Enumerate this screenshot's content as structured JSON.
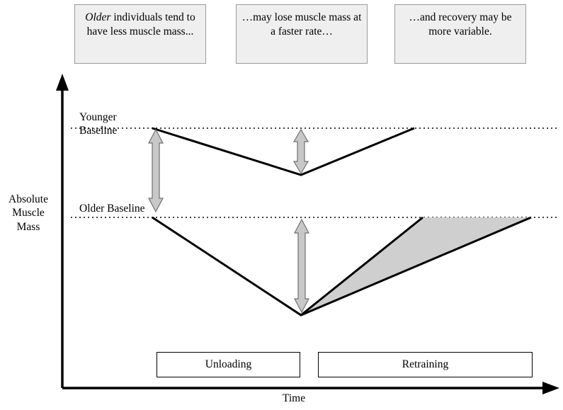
{
  "figure": {
    "title_callouts": [
      {
        "id": "callout-older",
        "text_parts": [
          "Older",
          " individuals tend to have less muscle mass..."
        ]
      },
      {
        "id": "callout-faster",
        "text": "…may lose muscle mass at a faster rate…"
      },
      {
        "id": "callout-recovery",
        "text": "…and recovery may be more variable."
      }
    ],
    "axes": {
      "ylabel": "Absolute Muscle Mass",
      "xlabel": "Time"
    },
    "baselines": [
      {
        "name": "younger",
        "label": "Younger Baseline"
      },
      {
        "name": "older",
        "label": "Older Baseline"
      }
    ],
    "phase_bands": [
      {
        "name": "unloading",
        "label": "Unloading"
      },
      {
        "name": "retraining",
        "label": "Retraining"
      }
    ],
    "colors": {
      "callout_fill": "#efefef",
      "callout_border": "#9a9a9a",
      "line": "#000000",
      "arrow_fill": "#c8c8c8",
      "variability_fill": "#cfcfcf"
    }
  },
  "chart_data": {
    "type": "line",
    "title": "",
    "xlabel": "Time",
    "ylabel": "Absolute Muscle Mass",
    "series": [
      {
        "name": "Younger",
        "x": [
          215,
          425,
          585
        ],
        "y": [
          181,
          247,
          181
        ]
      },
      {
        "name": "Older",
        "x": [
          215,
          425,
          750
        ],
        "y": [
          307,
          445,
          307
        ]
      },
      {
        "name": "Older upper variability",
        "x": [
          425,
          597,
          750
        ],
        "y": [
          445,
          307,
          307
        ]
      }
    ],
    "reference_lines": [
      {
        "name": "Younger Baseline",
        "y": 181
      },
      {
        "name": "Older Baseline",
        "y": 307
      }
    ],
    "annotations": [
      {
        "name": "younger-older-gap-arrow",
        "x": 220,
        "y0": 186,
        "y1": 296
      },
      {
        "name": "younger-loss-arrow",
        "x": 425,
        "y0": 186,
        "y1": 243
      },
      {
        "name": "older-loss-arrow",
        "x": 425,
        "y0": 313,
        "y1": 438
      }
    ],
    "grid": false,
    "legend": "none"
  }
}
